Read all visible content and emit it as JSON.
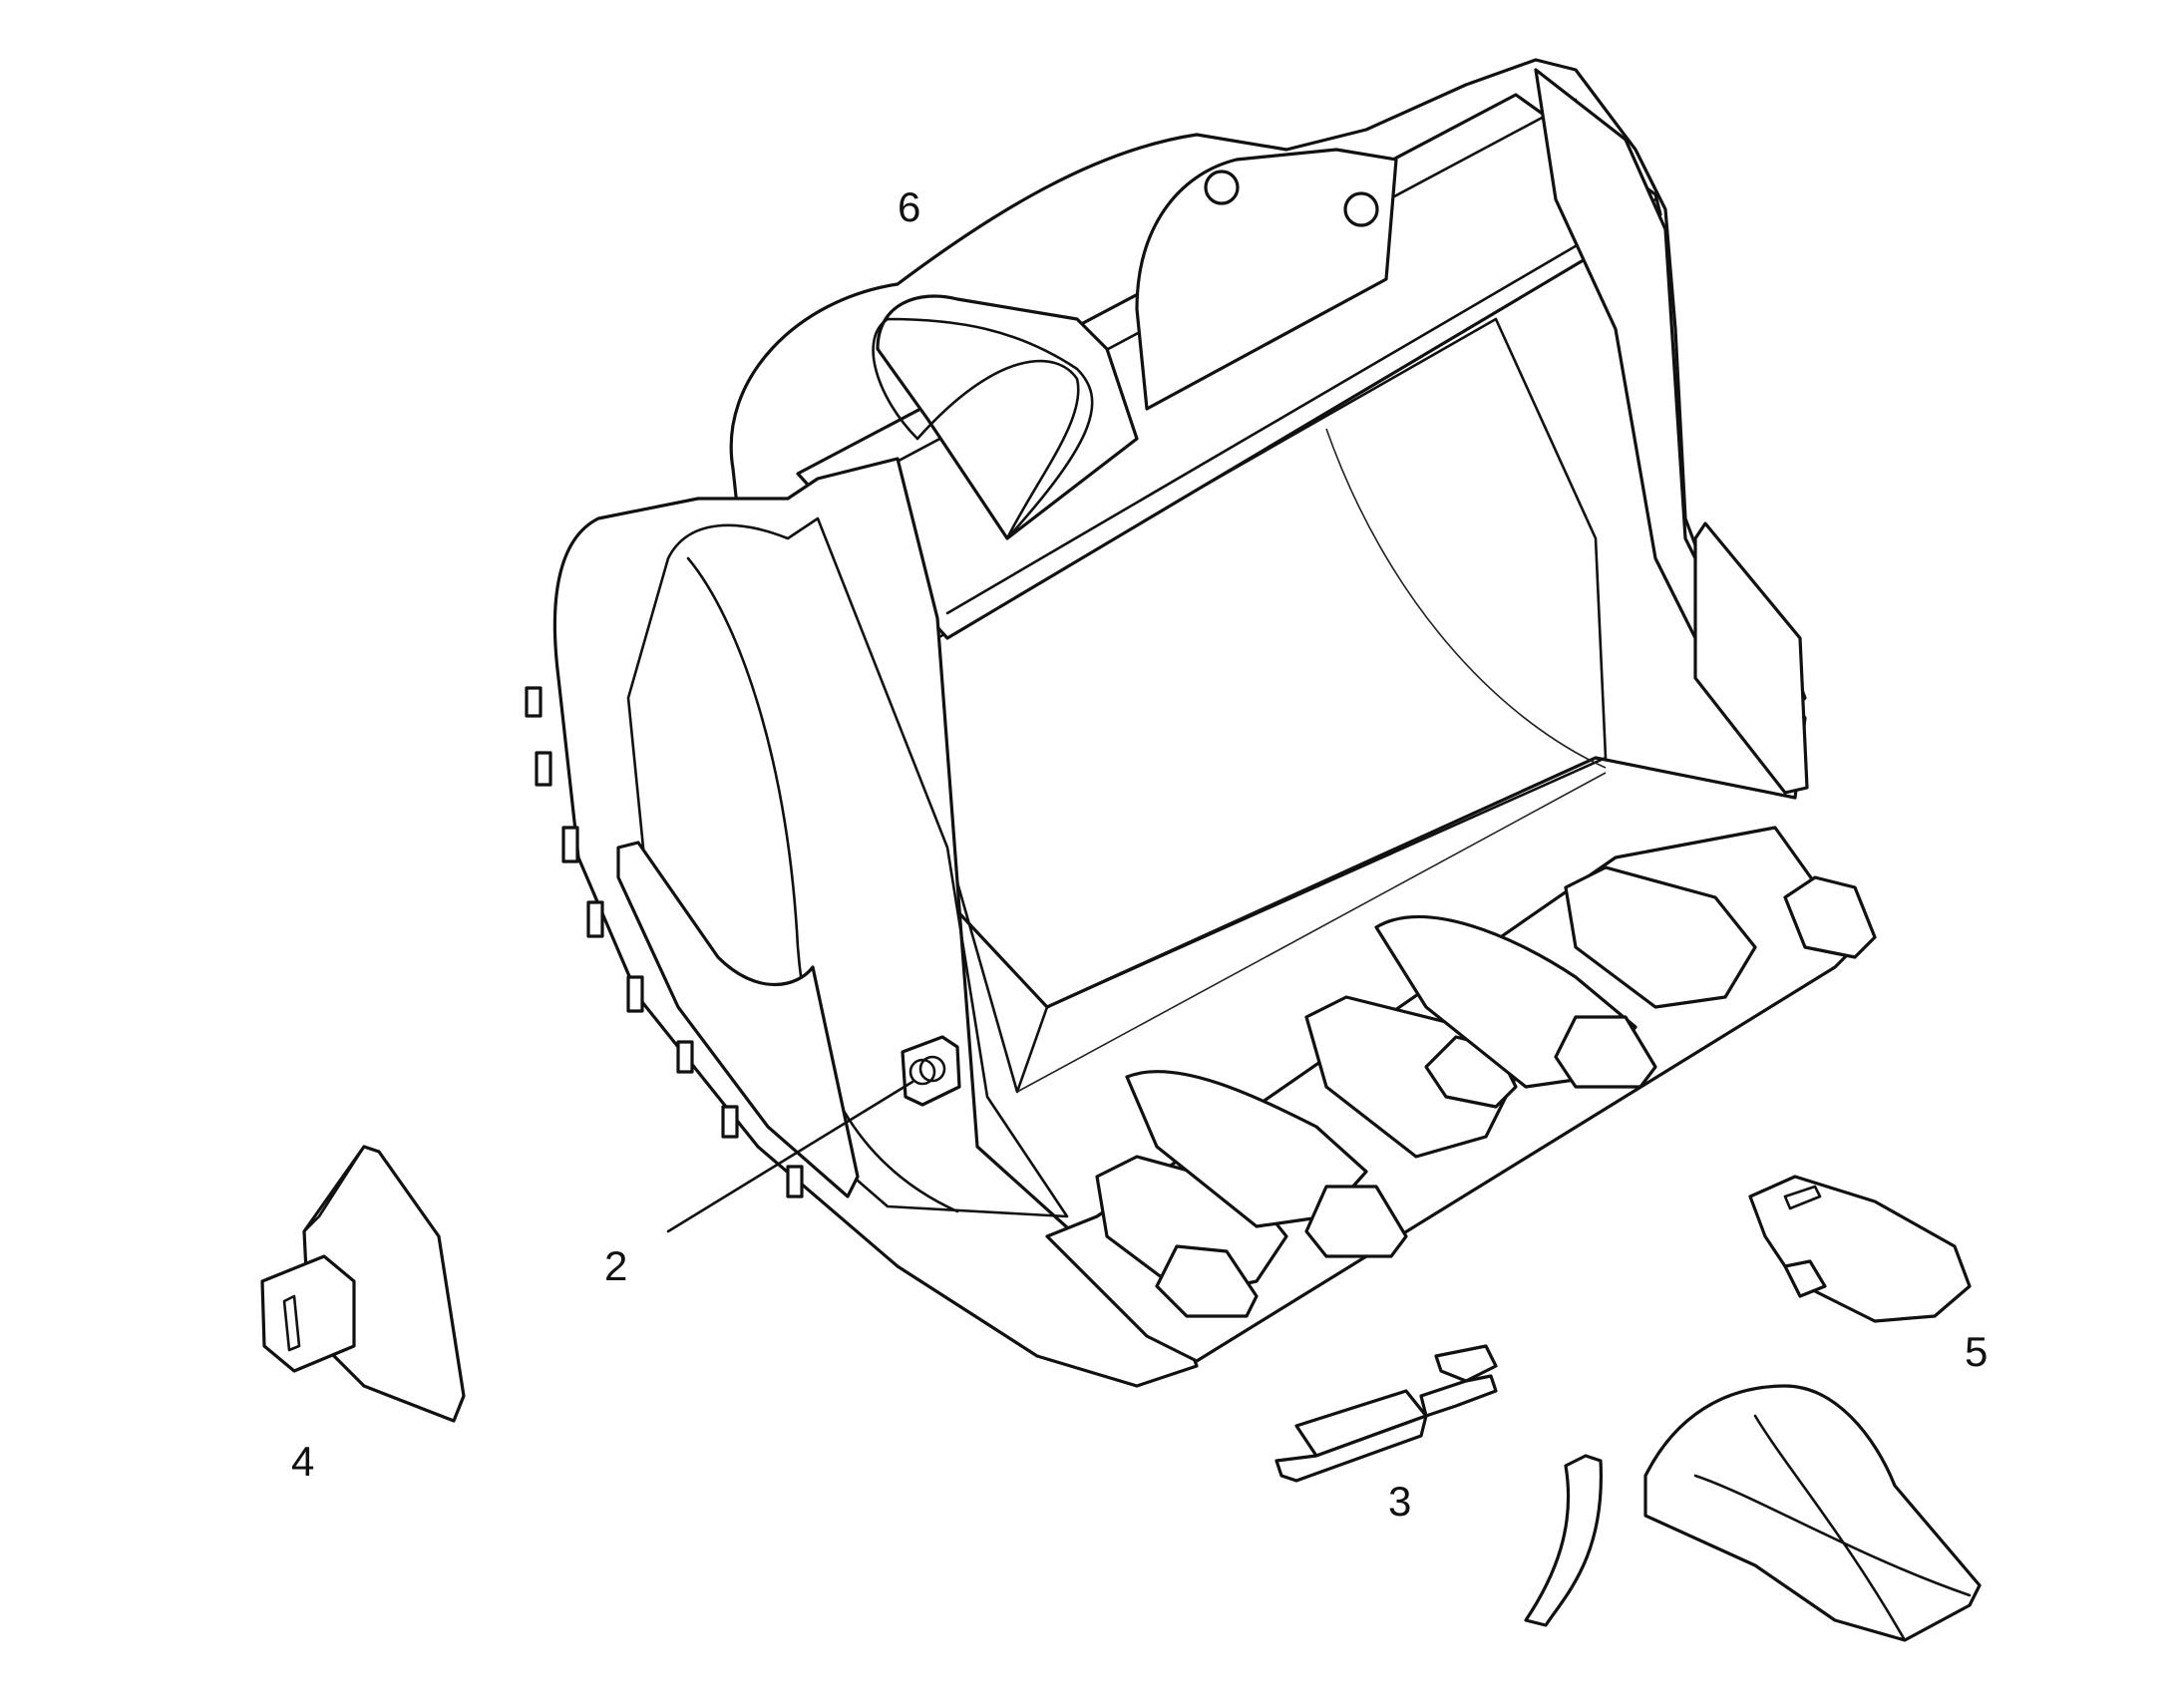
{
  "callouts": {
    "c2": "2",
    "c3": "3",
    "c4": "4",
    "c5": "5",
    "c6": "6"
  },
  "colors": {
    "line": "#111111",
    "background": "#ffffff"
  }
}
